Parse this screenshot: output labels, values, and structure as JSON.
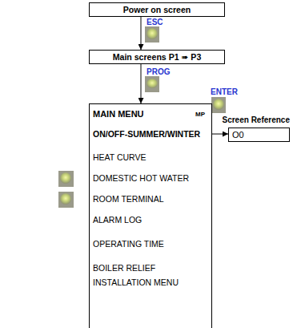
{
  "diagram": {
    "nodes": [
      {
        "text": [
          "Power on screen"
        ]
      },
      {
        "text": [
          "Main screens P1 ➠ P3"
        ]
      },
      {
        "text": [
          "MAIN MENU",
          "MP",
          "ON/OFF-SUMMER/WINTER",
          "HEAT CURVE",
          "DOMESTIC HOT WATER",
          "ROOM TERMINAL",
          "ALARM LOG",
          "OPERATING TIME",
          "BOILER RELIEF",
          "INSTALLATION MENU"
        ]
      },
      {
        "text": [
          "Screen Reference",
          "O0"
        ]
      }
    ],
    "edges": [
      {
        "from": 0,
        "to": 1,
        "label": "ESC",
        "arrow": "to"
      },
      {
        "from": 1,
        "to": 2,
        "label": "PROG",
        "arrow": "to"
      },
      {
        "from": 2,
        "to": 3,
        "label": "ENTER",
        "arrow": "to"
      }
    ]
  }
}
